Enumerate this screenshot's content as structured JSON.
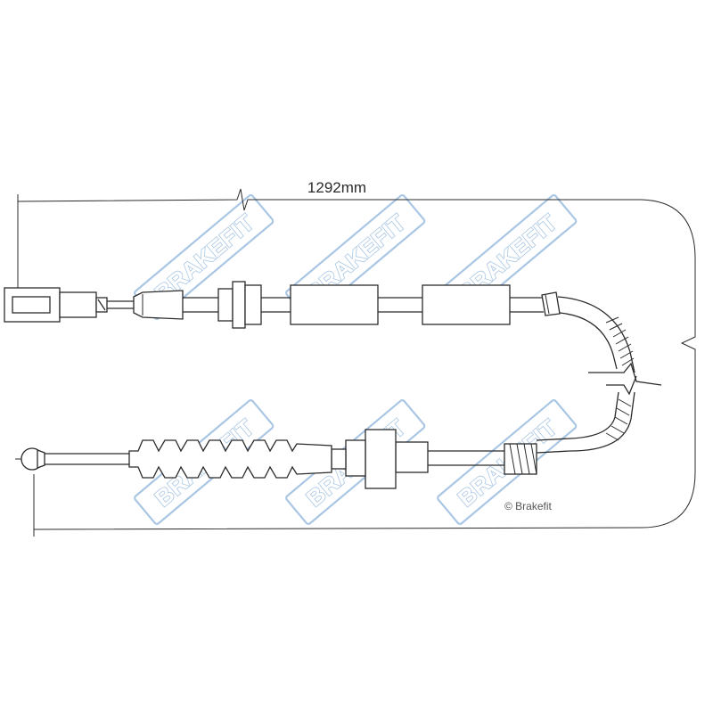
{
  "dimension": {
    "length_label": "1292mm"
  },
  "watermark": {
    "brand": "BRAKEFIT",
    "color": "#a9c6e4"
  },
  "copyright": {
    "label": "© Brakefit"
  },
  "colors": {
    "line": "#2b2b2b",
    "background": "#ffffff"
  }
}
